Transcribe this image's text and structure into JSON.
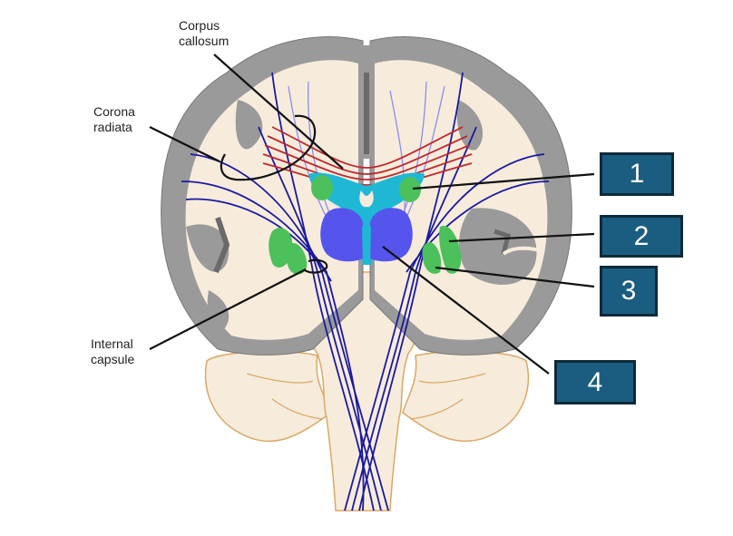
{
  "diagram": {
    "subject": "Coronal section of brain showing white matter tracts and deep structures",
    "labels": {
      "corpus_callosum": [
        "Corpus",
        "callosum"
      ],
      "corona_radiata": [
        "Corona",
        "radiata"
      ],
      "internal_capsule": [
        "Internal",
        "capsule"
      ]
    },
    "numbered_boxes": [
      {
        "number": "1"
      },
      {
        "number": "2"
      },
      {
        "number": "3"
      },
      {
        "number": "4"
      }
    ],
    "colors": {
      "cortex_gray": "#9a9a9a",
      "white_matter": "#f7ecdc",
      "brainstem_outline": "#d9a865",
      "projection_fibers": "#1a1aa0",
      "light_fibers": "#8c8cf0",
      "commissural_fibers": "#c0272d",
      "ventricle": "#1fb8d4",
      "thalamus": "#5555ee",
      "basal_ganglia": "#4cc05a",
      "box_fill": "#1b5d80",
      "box_border": "#0d2a3a"
    }
  }
}
